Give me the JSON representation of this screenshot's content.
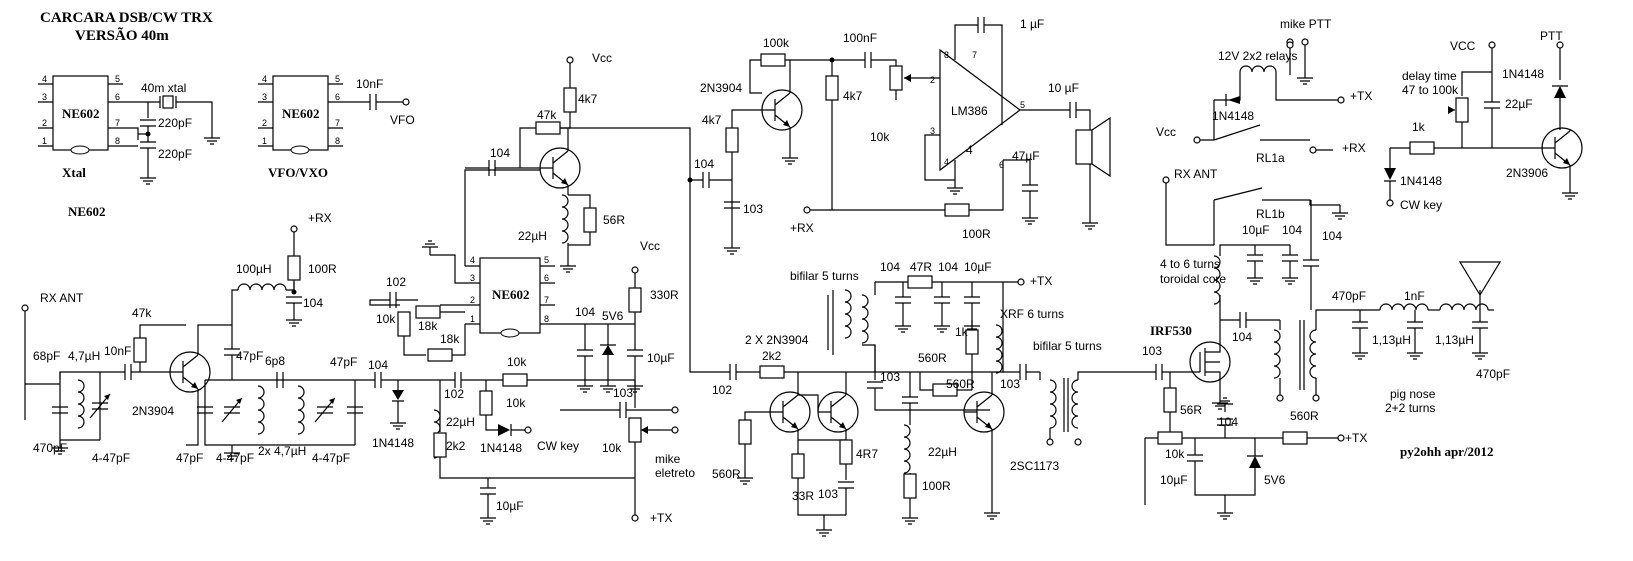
{
  "title": {
    "line1": "CARCARA DSB/CW TRX",
    "line2": "VERSÃO 40m",
    "credit": "py2ohh apr/2012"
  },
  "insets": {
    "xtal": {
      "chip": "NE602",
      "label": "Xtal",
      "crystal": "40m xtal",
      "cap1": "220pF",
      "cap2": "220pF",
      "below": "NE602",
      "pins": [
        "4",
        "3",
        "2",
        "1",
        "5",
        "6",
        "7",
        "8"
      ]
    },
    "vfo": {
      "chip": "NE602",
      "label": "VFO/VXO",
      "cap": "10nF",
      "out": "VFO",
      "pins": [
        "4",
        "3",
        "2",
        "1",
        "5",
        "6",
        "7",
        "8"
      ]
    }
  },
  "rx_input": {
    "ant": "RX ANT",
    "c_in": "68pF",
    "l_in": "4,7µH",
    "c_gnd": "470pF",
    "trim": "4-47pF",
    "r_bias": "47k",
    "c_cpl": "10nF",
    "transistor": "2N3904",
    "l_choke": "100µH",
    "r_feed": "100R",
    "c_dec": "104",
    "supply": "+RX",
    "c_top": "47pF",
    "c_bot": "47pF",
    "trim2": "4-47pF",
    "c_link": "6p8",
    "l_pair": "2x 4,7µH",
    "c_out": "47pF",
    "trim3": "4-47pF"
  },
  "mixer": {
    "chip": "NE602",
    "pins": [
      "4",
      "3",
      "2",
      "1",
      "5",
      "6",
      "7",
      "8"
    ],
    "c_in": "104",
    "diode": "1N4148",
    "c_102a": "102",
    "c_102b": "102",
    "r10k_a": "10k",
    "r10k_b": "10k",
    "r18k_a": "18k",
    "r18k_b": "18k",
    "pot": "10k",
    "c22": "22µH",
    "r2k2": "2k2",
    "cw_diode": "1N4148",
    "cw_key": "CW key",
    "c103": "103",
    "pot_mike": "10k",
    "mike": "mike",
    "mike2": "eletreto",
    "c10u": "10µF",
    "tx": "+TX",
    "vcc": "Vcc",
    "r330": "330R",
    "c104": "104",
    "zener": "5V6",
    "c10u2": "10µF"
  },
  "buffer": {
    "vcc": "Vcc",
    "r4k7": "4k7",
    "r47k": "47k",
    "c104": "104",
    "l22": "22µH",
    "r56": "56R"
  },
  "audio": {
    "c104": "104",
    "r4k7a": "4k7",
    "c103": "103",
    "r100k": "100k",
    "transistor": "2N3904",
    "c100n": "100nF",
    "r4k7b": "4k7",
    "pot": "10k",
    "rx": "+RX",
    "r100": "100R",
    "ic": "LM386",
    "c1u": "1 µF",
    "c10u": "10 µF",
    "c47u": "47µF",
    "pins": [
      "8",
      "7",
      "2",
      "3",
      "4",
      "5",
      "6",
      "4"
    ]
  },
  "tx_amp": {
    "c102": "102",
    "pair": "2 X 2N3904",
    "r2k2": "2k2",
    "r560": "560R",
    "r33": "33R",
    "r4r7": "4R7",
    "c103a": "103",
    "bifilar1": "bifilar 5 turns",
    "c104": "104",
    "r47": "47R",
    "c104b": "104",
    "c10u": "10µF",
    "tx": "+TX",
    "c103b": "103",
    "c103c": "103",
    "r1k": "1k",
    "r560b": "560R",
    "r560c": "560R",
    "xrf": "XRF 6 turns",
    "l22": "22µH",
    "r100": "100R",
    "transistor": "2SC1173",
    "c103d": "103",
    "bifilar2": "bifilar 5 turns"
  },
  "pa": {
    "mosfet": "IRF530",
    "c103": "103",
    "r56": "56R",
    "pot": "10k",
    "c10u": "10µF",
    "c104": "104",
    "r560": "560R",
    "zener": "5V6",
    "tx": "+TX",
    "toroid1": "4 to 6 turns",
    "toroid2": "toroidal core",
    "c10u_top": "10µF",
    "c104a": "104",
    "c104b": "104",
    "c104c": "104",
    "c470a": "470pF",
    "c1n": "1nF",
    "l1": "1,13µH",
    "l2": "1,13µH",
    "c470b": "470pF",
    "pig1": "pig nose",
    "pig2": "2+2 turns"
  },
  "relays": {
    "ptt": "mike PTT",
    "relays": "12V 2x2 relays",
    "diode": "1N4148",
    "tx": "+TX",
    "vcc": "Vcc",
    "rx": "+RX",
    "rl1a": "RL1a",
    "rx_ant": "RX ANT",
    "rl1b": "RL1b"
  },
  "delay": {
    "vcc": "VCC",
    "ptt": "PTT",
    "diode1": "1N4148",
    "time1": "delay time",
    "time2": "47 to 100k",
    "c22": "22µF",
    "r1k": "1k",
    "diode2": "1N4148",
    "key": "CW key",
    "transistor": "2N3906"
  }
}
